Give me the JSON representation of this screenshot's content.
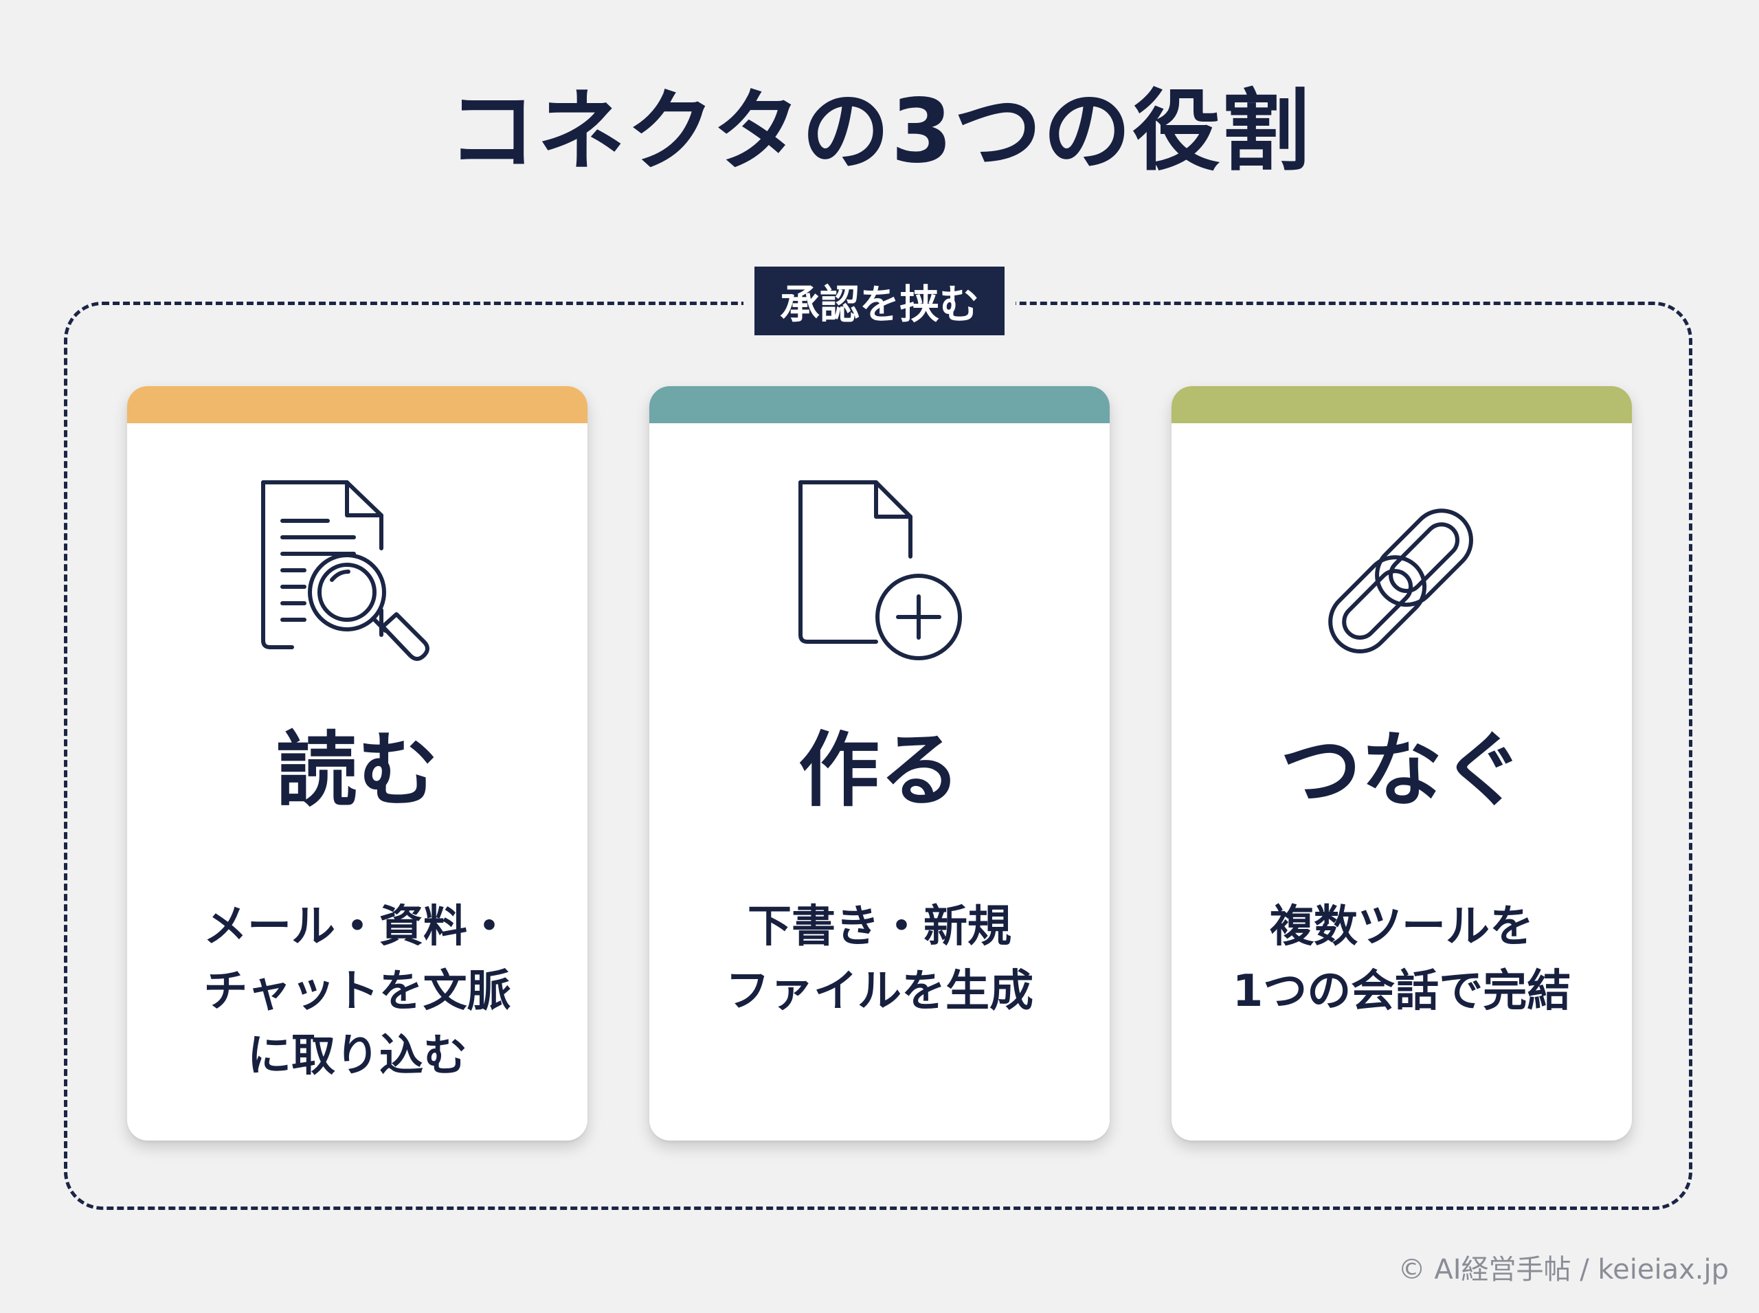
{
  "title": "コネクタの3つの役割",
  "frame_label": "承認を挟む",
  "cards": [
    {
      "accent": "#f0b86a",
      "icon": "document-search-icon",
      "heading": "読む",
      "lines": [
        "メール・資料・",
        "チャットを文脈",
        "に取り込む"
      ]
    },
    {
      "accent": "#6fa6a8",
      "icon": "document-add-icon",
      "heading": "作る",
      "lines": [
        "下書き・新規",
        "ファイルを生成"
      ]
    },
    {
      "accent": "#b5bd6e",
      "icon": "chain-link-icon",
      "heading": "つなぐ",
      "lines": [
        "複数ツールを",
        "1つの会話で完結"
      ]
    }
  ],
  "footer": "© AI経営手帖 / keieiax.jp"
}
